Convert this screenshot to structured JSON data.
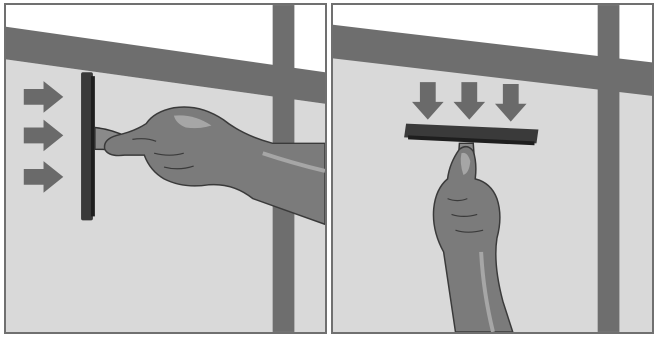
{
  "illustration": {
    "panels": [
      {
        "id": "horizontal-stroke",
        "arrow_direction": "right",
        "arrow_count": 3,
        "squeegee_orientation": "vertical"
      },
      {
        "id": "vertical-stroke",
        "arrow_direction": "down",
        "arrow_count": 3,
        "squeegee_orientation": "horizontal"
      }
    ],
    "colors": {
      "window_glass": "#d9d9d9",
      "window_frame": "#6e6e6e",
      "squeegee_blade": "#3a3a3a",
      "squeegee_handle": "#8a8a8a",
      "arrow_fill": "#6a6a6a",
      "hand_fill": "#7b7b7b",
      "hand_highlight": "#a6a6a6",
      "panel_border": "#707070"
    }
  }
}
